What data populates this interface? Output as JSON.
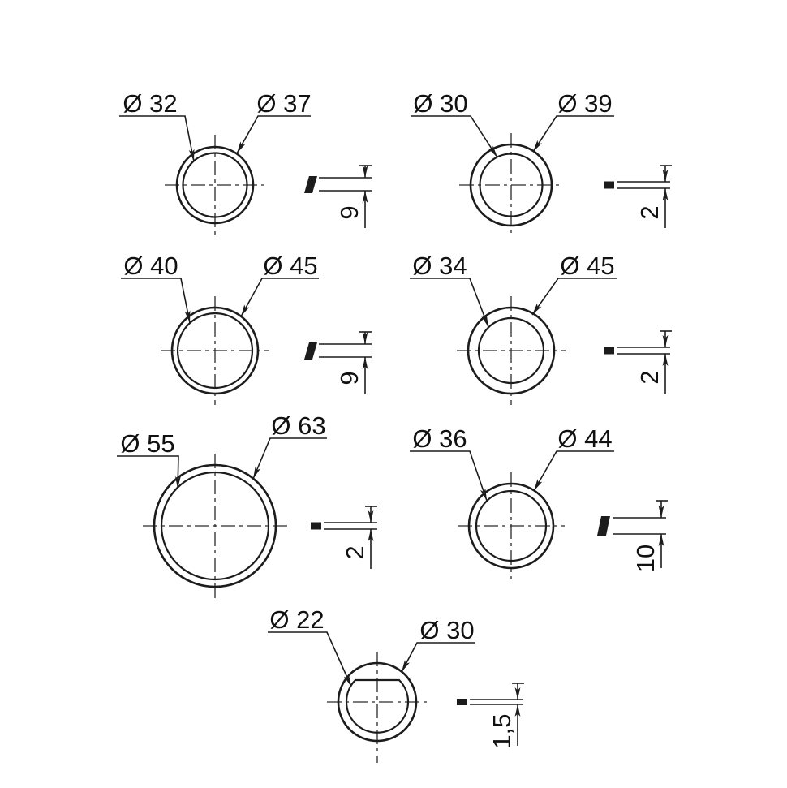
{
  "page": {
    "background": "#ffffff",
    "line_color": "#1c1c1c"
  },
  "rings": [
    {
      "position": "top-left",
      "inner_label": "Ø 32",
      "outer_label": "Ø 37",
      "thickness_label": "9",
      "inner_diameter_mm": 32,
      "outer_diameter_mm": 37,
      "thickness_mm": 9
    },
    {
      "position": "top-right",
      "inner_label": "Ø 30",
      "outer_label": "Ø 39",
      "thickness_label": "2",
      "inner_diameter_mm": 30,
      "outer_diameter_mm": 39,
      "thickness_mm": 2
    },
    {
      "position": "middle-left",
      "inner_label": "Ø 40",
      "outer_label": "Ø 45",
      "thickness_label": "9",
      "inner_diameter_mm": 40,
      "outer_diameter_mm": 45,
      "thickness_mm": 9
    },
    {
      "position": "middle-right",
      "inner_label": "Ø 34",
      "outer_label": "Ø 45",
      "thickness_label": "2",
      "inner_diameter_mm": 34,
      "outer_diameter_mm": 45,
      "thickness_mm": 2
    },
    {
      "position": "bottom-left",
      "inner_label": "Ø 55",
      "outer_label": "Ø 63",
      "thickness_label": "2",
      "inner_diameter_mm": 55,
      "outer_diameter_mm": 63,
      "thickness_mm": 2
    },
    {
      "position": "bottom-right",
      "inner_label": "Ø 36",
      "outer_label": "Ø 44",
      "thickness_label": "10",
      "inner_diameter_mm": 36,
      "outer_diameter_mm": 44,
      "thickness_mm": 10
    },
    {
      "position": "bottom-center",
      "inner_label": "Ø 22",
      "outer_label": "Ø 30",
      "thickness_label": "1,5",
      "inner_diameter_mm": 22,
      "outer_diameter_mm": 30,
      "thickness_mm": 1.5
    }
  ]
}
